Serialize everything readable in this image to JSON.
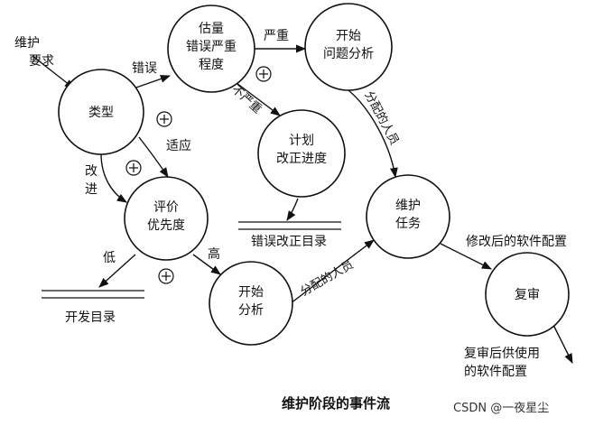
{
  "title": "维护阶段的事件流",
  "watermark": "CSDN @一夜星尘",
  "start_label": [
    "维护",
    "要求"
  ],
  "nodes": {
    "type": [
      "类型"
    ],
    "estimate": [
      "估量",
      "错误严重",
      "程度"
    ],
    "start_analysis_top": [
      "开始",
      "问题分析"
    ],
    "plan": [
      "计划",
      "改正进度"
    ],
    "evaluate": [
      "评价",
      "优先度"
    ],
    "start_analysis_bottom": [
      "开始",
      "分析"
    ],
    "task": [
      "维护",
      "任务"
    ],
    "review": [
      "复审"
    ]
  },
  "stores": {
    "dev_catalog": "开发目录",
    "error_catalog": "错误改正目录"
  },
  "edge_labels": {
    "error": "错误",
    "severe": "严重",
    "not_severe": "不严重",
    "adapt": "适应",
    "improve": [
      "改",
      "进"
    ],
    "low": "低",
    "high": "高",
    "assign_right": "分配的人员",
    "assign_bottom": "分配的人员",
    "modified_config": "修改后的软件配置",
    "review_out": [
      "复审后供使用",
      "的软件配置"
    ]
  },
  "plus_symbol": "+"
}
